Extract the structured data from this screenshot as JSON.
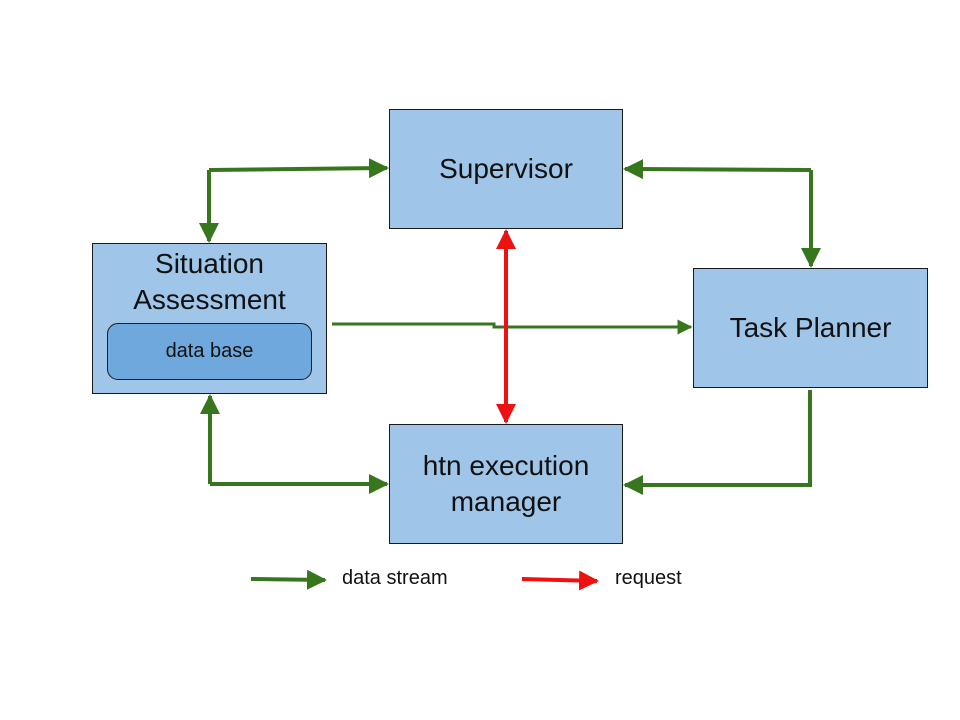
{
  "colors": {
    "box_fill": "#9fc5e8",
    "inner_fill": "#6fa8dc",
    "border": "#1a1a1a",
    "data_stream": "#38761d",
    "request": "#ee1111"
  },
  "nodes": {
    "supervisor": "Supervisor",
    "situation_line1": "Situation",
    "situation_line2": "Assessment",
    "database": "data base",
    "task_planner": "Task Planner",
    "htn_line1": "htn execution",
    "htn_line2": "manager"
  },
  "legend": {
    "data_stream": "data stream",
    "request": "request"
  }
}
